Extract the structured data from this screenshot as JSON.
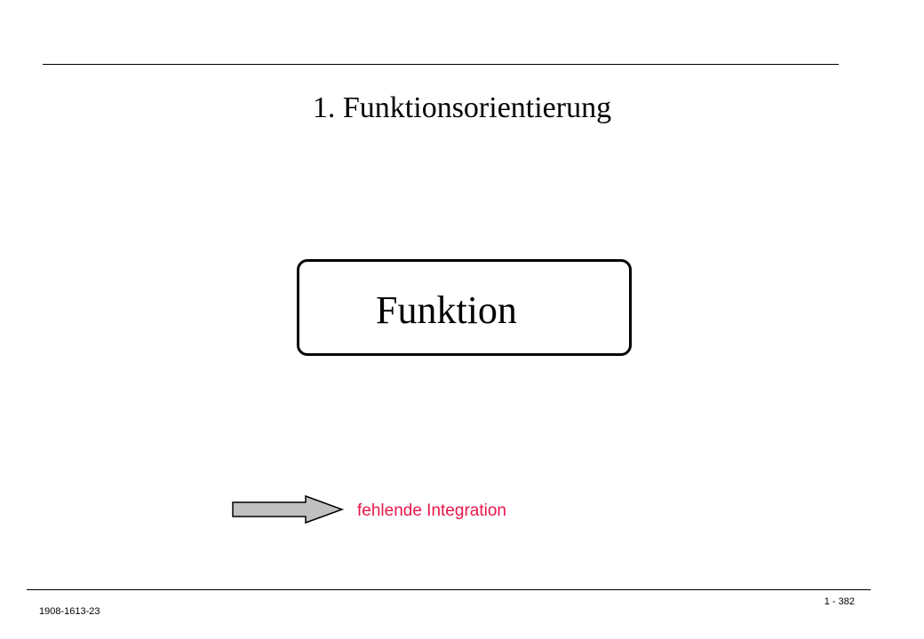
{
  "slide": {
    "title": "1. Funktionsorientierung",
    "box_label": "Funktion",
    "arrow_caption": "fehlende Integration",
    "footer_left": "1908-1613-23",
    "footer_right": "1 - 382"
  },
  "colors": {
    "caption": "#e8174a",
    "arrow_fill": "#c0c0c0",
    "line": "#000000"
  },
  "icons": {
    "arrow": "right-arrow-icon"
  }
}
